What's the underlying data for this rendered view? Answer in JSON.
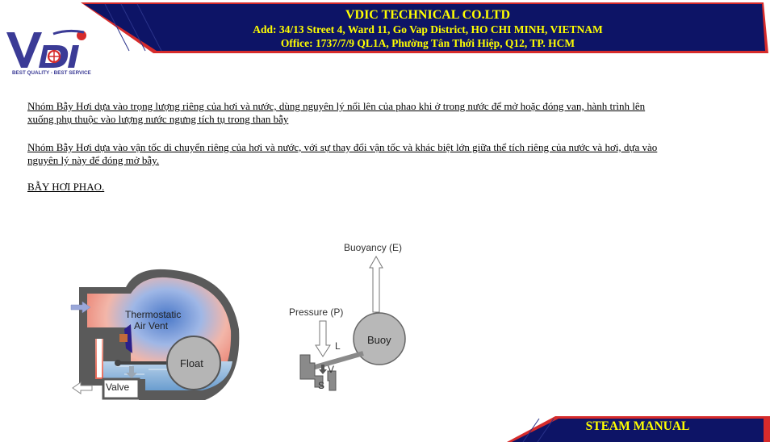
{
  "header": {
    "company": "VDIC TECHNICAL CO.LTD",
    "address": "Add: 34/13 Street 4, Ward 11, Go Vap District, HO CHI MINH, VIETNAM",
    "office": "Office: 1737/7/9 QL1A, Phường Tân Thới Hiệp, Q12, TP. HCM"
  },
  "logo": {
    "brand": "VDI",
    "slogan": "BEST QUALITY - BEST SERVICE"
  },
  "content": {
    "paragraph_1": "Nhóm Bẫy Hơi dựa vào trọng lượng riêng của hơi và nước, dùng nguyên lý nổi lên của phao khi ở trong nước để mở hoặc đóng van, hành trình lên xuống phụ thuộc vào lượng nước ngưng tích tụ trong than bẫy",
    "paragraph_2": "Nhóm Bẫy Hơi dựa vào vận tốc di chuyển riêng của hơi và nước, với sự thay đổi vận tốc và khác biệt lớn giữa thể tích riêng của nước và hơi, dựa vào nguyên lý này để đóng mở bẫy.",
    "section_title": "BẪY HƠI PHAO."
  },
  "diagram_left": {
    "label_vent_1": "Thermostatic",
    "label_vent_2": "Air Vent",
    "label_float": "Float",
    "label_valve": "Valve"
  },
  "diagram_right": {
    "label_buoyancy": "Buoyancy (E)",
    "label_pressure": "Pressure (P)",
    "label_buoy": "Buoy",
    "label_l": "L",
    "label_v": "V",
    "label_s": "S"
  },
  "footer": {
    "label": "STEAM MANUAL"
  },
  "colors": {
    "banner": "#0d1466",
    "banner_accent": "#d62b2b",
    "title_text": "#ffff00",
    "logo_blue": "#3b3b96",
    "logo_red": "#d62b2b"
  }
}
